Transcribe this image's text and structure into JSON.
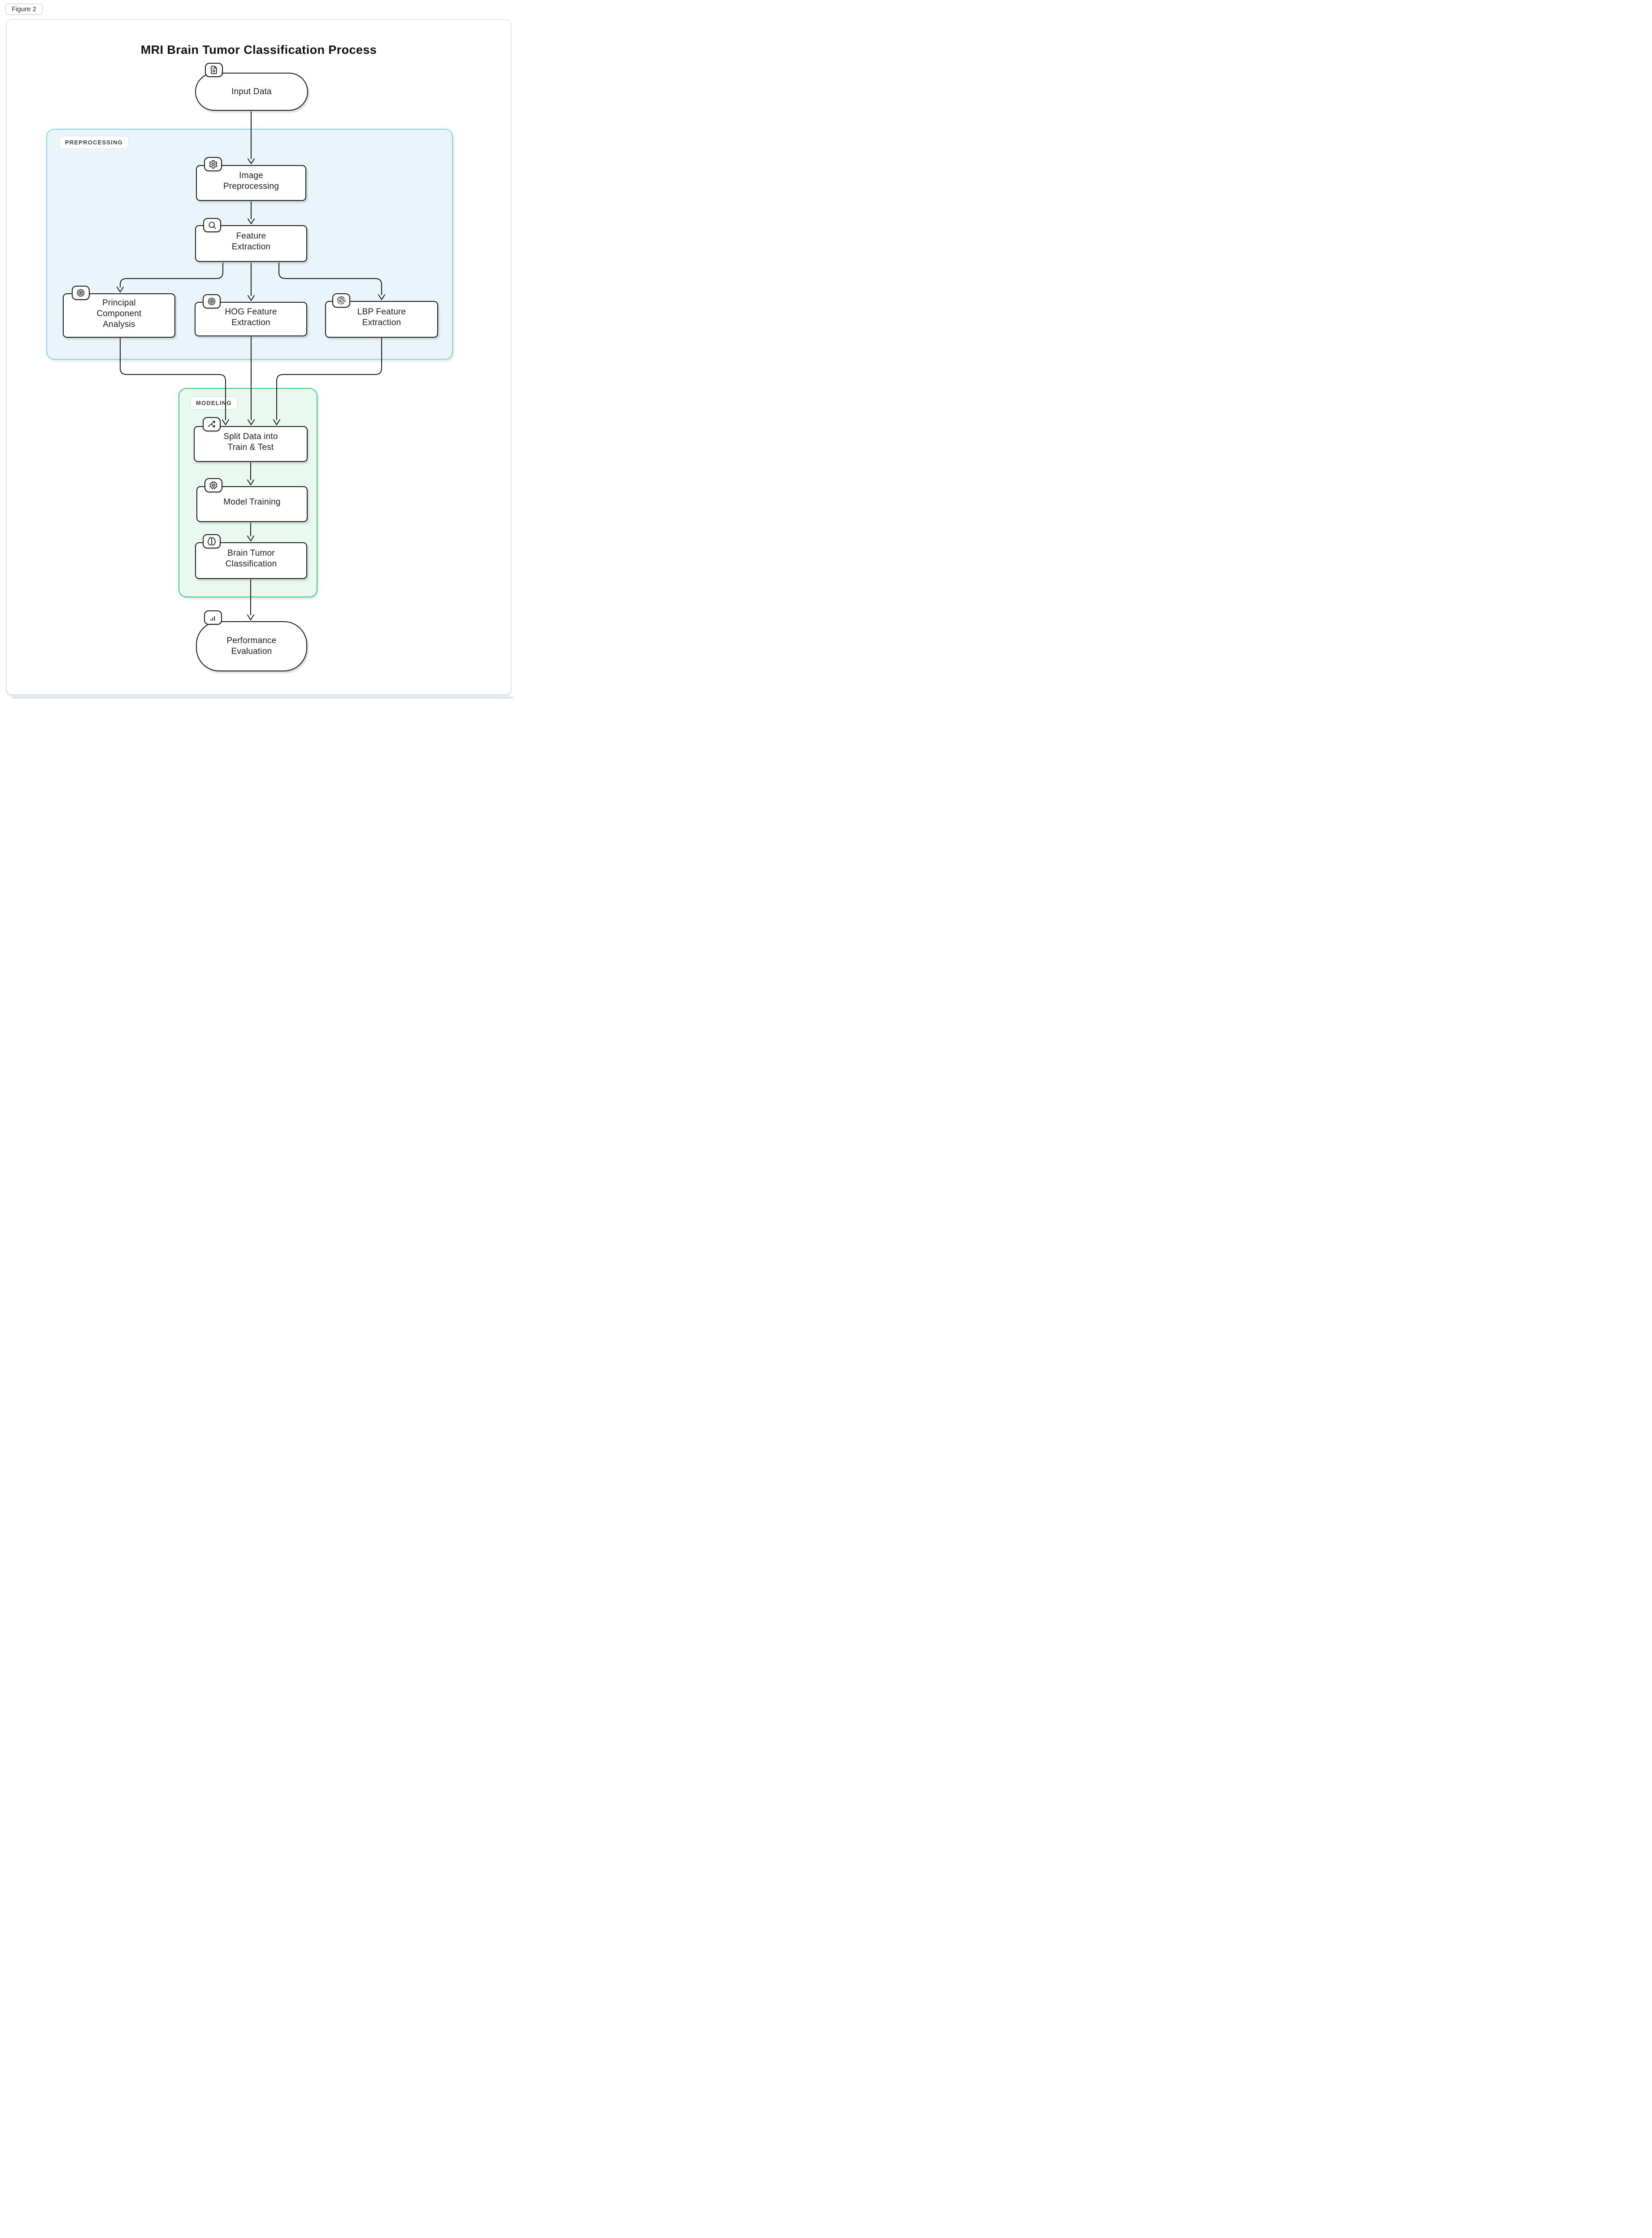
{
  "figure_label": "Figure 2",
  "title": "MRI Brain Tumor Classification Process",
  "sections": {
    "preprocessing": {
      "label": "PREPROCESSING",
      "fill": "#e9f5fa",
      "border": "#82d3e9"
    },
    "modeling": {
      "label": "MODELING",
      "fill": "#e9f9f0",
      "border": "#39d273"
    }
  },
  "nodes": [
    {
      "id": "input-data",
      "label": "Input Data",
      "icon": "file-text",
      "shape": "stadium",
      "section": null
    },
    {
      "id": "image-preprocessing",
      "label": "Image\nPreprocessing",
      "icon": "settings",
      "shape": "rect",
      "section": "preprocessing"
    },
    {
      "id": "feature-extraction",
      "label": "Feature\nExtraction",
      "icon": "search",
      "shape": "rect",
      "section": "preprocessing"
    },
    {
      "id": "pca",
      "label": "Principal\nComponent\nAnalysis",
      "icon": "target",
      "shape": "rect",
      "section": "preprocessing"
    },
    {
      "id": "hog-feature-extraction",
      "label": "HOG Feature\nExtraction",
      "icon": "target",
      "shape": "rect",
      "section": "preprocessing"
    },
    {
      "id": "lbp-feature-extraction",
      "label": "LBP Feature\nExtraction",
      "icon": "fingerprint",
      "shape": "rect",
      "section": "preprocessing"
    },
    {
      "id": "split-data",
      "label": "Split Data into\nTrain & Test",
      "icon": "shuffle",
      "shape": "rect",
      "section": "modeling"
    },
    {
      "id": "model-training",
      "label": "Model Training",
      "icon": "cpu",
      "shape": "rect",
      "section": "modeling"
    },
    {
      "id": "classification",
      "label": "Brain Tumor\nClassification",
      "icon": "brain",
      "shape": "rect",
      "section": "modeling"
    },
    {
      "id": "performance",
      "label": "Performance\nEvaluation",
      "icon": "bar-chart",
      "shape": "stadium",
      "section": null
    }
  ],
  "edges": [
    {
      "from": "input-data",
      "to": "image-preprocessing"
    },
    {
      "from": "image-preprocessing",
      "to": "feature-extraction"
    },
    {
      "from": "feature-extraction",
      "to": "pca"
    },
    {
      "from": "feature-extraction",
      "to": "hog-feature-extraction"
    },
    {
      "from": "feature-extraction",
      "to": "lbp-feature-extraction"
    },
    {
      "from": "pca",
      "to": "split-data"
    },
    {
      "from": "hog-feature-extraction",
      "to": "split-data"
    },
    {
      "from": "lbp-feature-extraction",
      "to": "split-data"
    },
    {
      "from": "split-data",
      "to": "model-training"
    },
    {
      "from": "model-training",
      "to": "classification"
    },
    {
      "from": "classification",
      "to": "performance"
    }
  ],
  "colors": {
    "node_border": "#1b1b1b",
    "arrow": "#1b1b1b",
    "card_border": "#d9dce1",
    "next_card_edge": "#dde8f4"
  }
}
